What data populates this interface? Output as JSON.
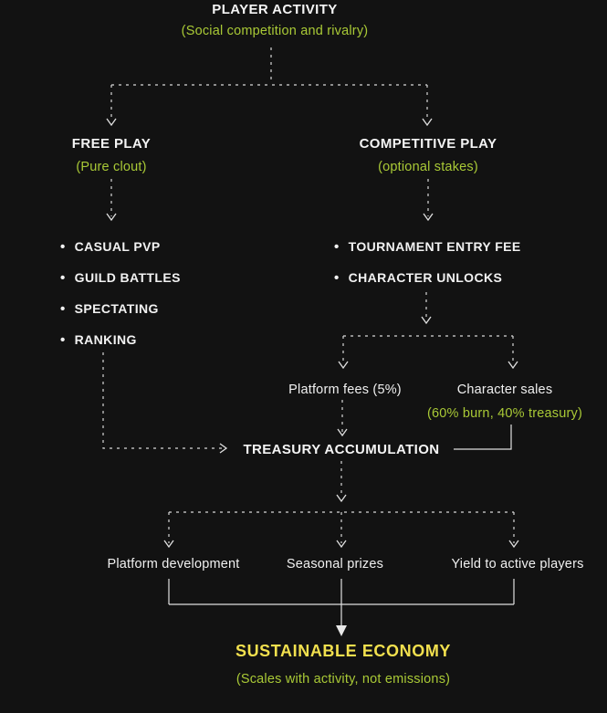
{
  "colors": {
    "background": "#121212",
    "text": "#f5f5f5",
    "accent_green": "#a9c936",
    "accent_yellow": "#f2e04e",
    "line": "#d8d8d8"
  },
  "player_activity": {
    "title": "PLAYER ACTIVITY",
    "subtitle": "(Social competition and rivalry)"
  },
  "free_play": {
    "title": "FREE PLAY",
    "subtitle": "(Pure clout)",
    "items": [
      "CASUAL PVP",
      "GUILD BATTLES",
      "SPECTATING",
      "RANKING"
    ]
  },
  "competitive_play": {
    "title": "COMPETITIVE PLAY",
    "subtitle": "(optional stakes)",
    "items": [
      "TOURNAMENT ENTRY FEE",
      "CHARACTER UNLOCKS"
    ]
  },
  "revenue": {
    "platform_fees": "Platform fees (5%)",
    "character_sales": "Character sales",
    "character_sales_note": "(60% burn, 40% treasury)"
  },
  "treasury": {
    "title": "TREASURY ACCUMULATION"
  },
  "allocations": [
    "Platform development",
    "Seasonal prizes",
    "Yield to active players"
  ],
  "outcome": {
    "title": "SUSTAINABLE ECONOMY",
    "subtitle": "(Scales with activity, not emissions)"
  }
}
